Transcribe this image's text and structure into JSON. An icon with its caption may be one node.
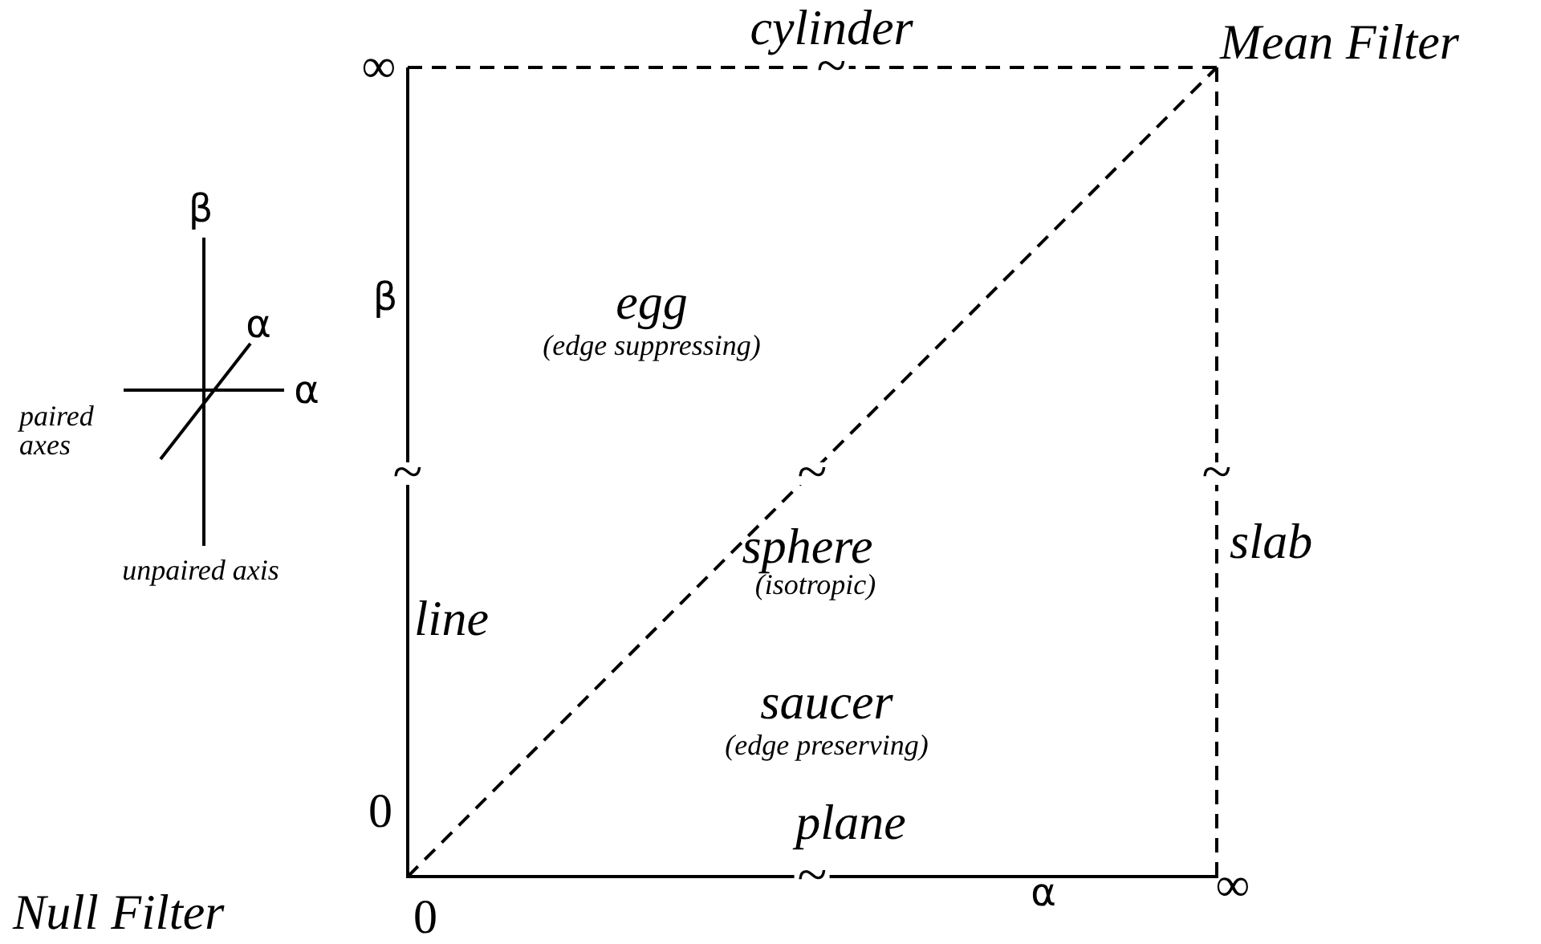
{
  "diagram": {
    "labels": [
      "∞",
      "cylinder",
      "~",
      "Mean Filter",
      "β",
      "β",
      "egg",
      "(edge suppressing)",
      "α",
      "α",
      "paired axes",
      "~",
      "~",
      "~",
      "sphere",
      "slab",
      "(isotropic)",
      "unpaired axis",
      "line",
      "saucer",
      "(edge preserving)",
      "0",
      "plane",
      "~",
      "α",
      "∞",
      "Null Filter",
      "0"
    ]
  }
}
